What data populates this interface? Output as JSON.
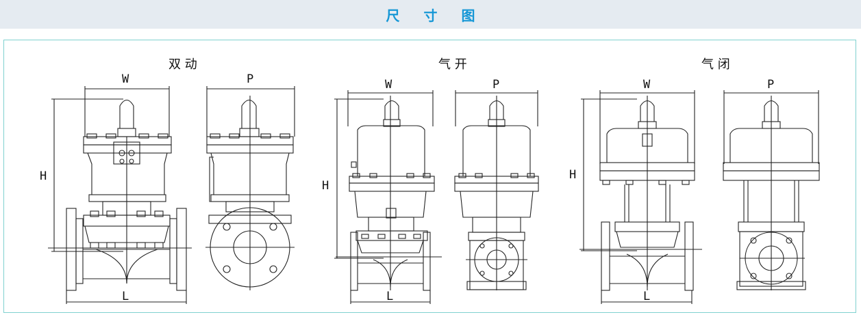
{
  "header": {
    "title": "尺 寸 图"
  },
  "figures": [
    {
      "id": "double",
      "title": "双 动",
      "dims": {
        "w": "W",
        "p": "P",
        "h": "H",
        "l": "L"
      }
    },
    {
      "id": "open",
      "title": "气 开",
      "dims": {
        "w": "W",
        "p": "P",
        "h": "H",
        "l": "L"
      }
    },
    {
      "id": "close",
      "title": "气 闭",
      "dims": {
        "w": "W",
        "p": "P",
        "h": "H",
        "l": "L"
      }
    }
  ],
  "colors": {
    "header_bg": "#e5ebf1",
    "header_text": "#1697d6",
    "frame_border": "#7fd1cf",
    "line": "#222222"
  }
}
